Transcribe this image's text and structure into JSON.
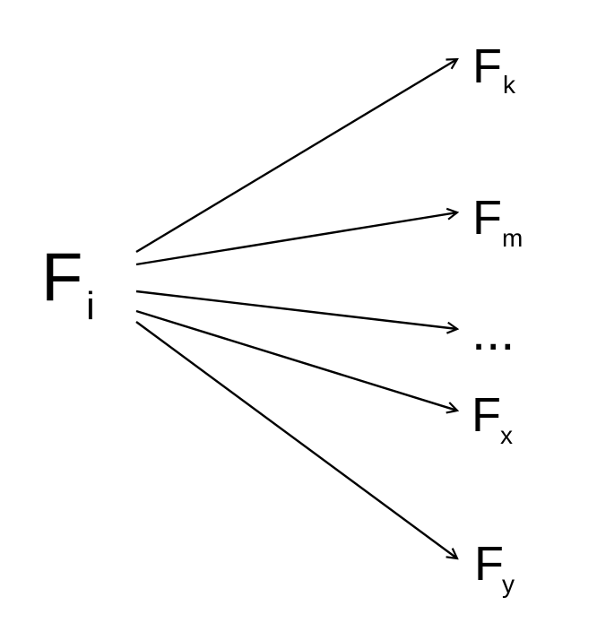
{
  "source_node": {
    "main": "F",
    "sub": "i"
  },
  "target_nodes": [
    {
      "id": "k",
      "main": "F",
      "sub": "k"
    },
    {
      "id": "m",
      "main": "F",
      "sub": "m"
    },
    {
      "id": "ellipsis",
      "main": "...",
      "sub": ""
    },
    {
      "id": "x",
      "main": "F",
      "sub": "x"
    },
    {
      "id": "y",
      "main": "F",
      "sub": "y"
    }
  ],
  "colors": {
    "stroke": "#000000",
    "background": "#ffffff"
  }
}
